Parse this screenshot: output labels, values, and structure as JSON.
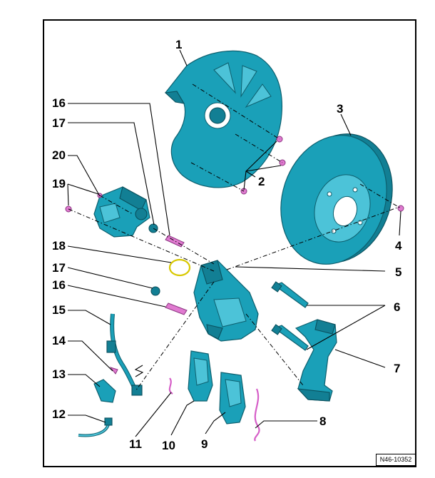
{
  "labels": {
    "l1": "1",
    "l2": "2",
    "l3": "3",
    "l4": "4",
    "l5": "5",
    "l6": "6",
    "l7": "7",
    "l8": "8",
    "l9": "9",
    "l10": "10",
    "l11": "11",
    "l12": "12",
    "l13": "13",
    "l14": "14",
    "l15": "15",
    "l16a": "16",
    "l16b": "16",
    "l17a": "17",
    "l17b": "17",
    "l18": "18",
    "l19": "19",
    "l20": "20"
  },
  "reference_code": "N46-10352",
  "colors": {
    "part": "#1aa0b8",
    "fastener": "#e07ad0",
    "seal_ring": "#d8c800"
  }
}
